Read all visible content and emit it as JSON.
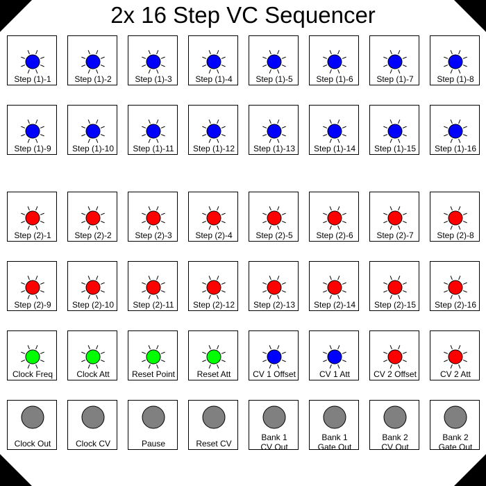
{
  "title": "2x 16 Step VC Sequencer",
  "colors": {
    "blue": "#0000ff",
    "red": "#ff0000",
    "green": "#00ff00",
    "gray": "#808080"
  },
  "rows": [
    {
      "kind": "led",
      "cells": [
        {
          "label": "Step (1)-1",
          "color": "blue"
        },
        {
          "label": "Step (1)-2",
          "color": "blue"
        },
        {
          "label": "Step (1)-3",
          "color": "blue"
        },
        {
          "label": "Step (1)-4",
          "color": "blue"
        },
        {
          "label": "Step (1)-5",
          "color": "blue"
        },
        {
          "label": "Step (1)-6",
          "color": "blue"
        },
        {
          "label": "Step (1)-7",
          "color": "blue"
        },
        {
          "label": "Step (1)-8",
          "color": "blue"
        }
      ]
    },
    {
      "kind": "led",
      "cells": [
        {
          "label": "Step (1)-9",
          "color": "blue"
        },
        {
          "label": "Step (1)-10",
          "color": "blue"
        },
        {
          "label": "Step (1)-11",
          "color": "blue"
        },
        {
          "label": "Step (1)-12",
          "color": "blue"
        },
        {
          "label": "Step (1)-13",
          "color": "blue"
        },
        {
          "label": "Step (1)-14",
          "color": "blue"
        },
        {
          "label": "Step (1)-15",
          "color": "blue"
        },
        {
          "label": "Step (1)-16",
          "color": "blue"
        }
      ]
    },
    {
      "kind": "led",
      "cells": [
        {
          "label": "Step (2)-1",
          "color": "red"
        },
        {
          "label": "Step (2)-2",
          "color": "red"
        },
        {
          "label": "Step (2)-3",
          "color": "red"
        },
        {
          "label": "Step (2)-4",
          "color": "red"
        },
        {
          "label": "Step (2)-5",
          "color": "red"
        },
        {
          "label": "Step (2)-6",
          "color": "red"
        },
        {
          "label": "Step (2)-7",
          "color": "red"
        },
        {
          "label": "Step (2)-8",
          "color": "red"
        }
      ]
    },
    {
      "kind": "led",
      "cells": [
        {
          "label": "Step (2)-9",
          "color": "red"
        },
        {
          "label": "Step (2)-10",
          "color": "red"
        },
        {
          "label": "Step (2)-11",
          "color": "red"
        },
        {
          "label": "Step (2)-12",
          "color": "red"
        },
        {
          "label": "Step (2)-13",
          "color": "red"
        },
        {
          "label": "Step (2)-14",
          "color": "red"
        },
        {
          "label": "Step (2)-15",
          "color": "red"
        },
        {
          "label": "Step (2)-16",
          "color": "red"
        }
      ]
    },
    {
      "kind": "led",
      "cells": [
        {
          "label": "Clock Freq",
          "color": "green"
        },
        {
          "label": "Clock Att",
          "color": "green"
        },
        {
          "label": "Reset Point",
          "color": "green"
        },
        {
          "label": "Reset Att",
          "color": "green"
        },
        {
          "label": "CV 1 Offset",
          "color": "blue"
        },
        {
          "label": "CV 1 Att",
          "color": "blue"
        },
        {
          "label": "CV 2 Offset",
          "color": "red"
        },
        {
          "label": "CV 2 Att",
          "color": "red"
        }
      ]
    },
    {
      "kind": "button",
      "cells": [
        {
          "label": "Clock Out",
          "color": "gray"
        },
        {
          "label": "Clock CV",
          "color": "gray"
        },
        {
          "label": "Pause",
          "color": "gray"
        },
        {
          "label": "Reset CV",
          "color": "gray"
        },
        {
          "label": "Bank 1\nCV Out",
          "color": "gray"
        },
        {
          "label": "Bank 1\nGate Out",
          "color": "gray"
        },
        {
          "label": "Bank 2\nCV Out",
          "color": "gray"
        },
        {
          "label": "Bank 2\nGate Out",
          "color": "gray"
        }
      ]
    }
  ]
}
